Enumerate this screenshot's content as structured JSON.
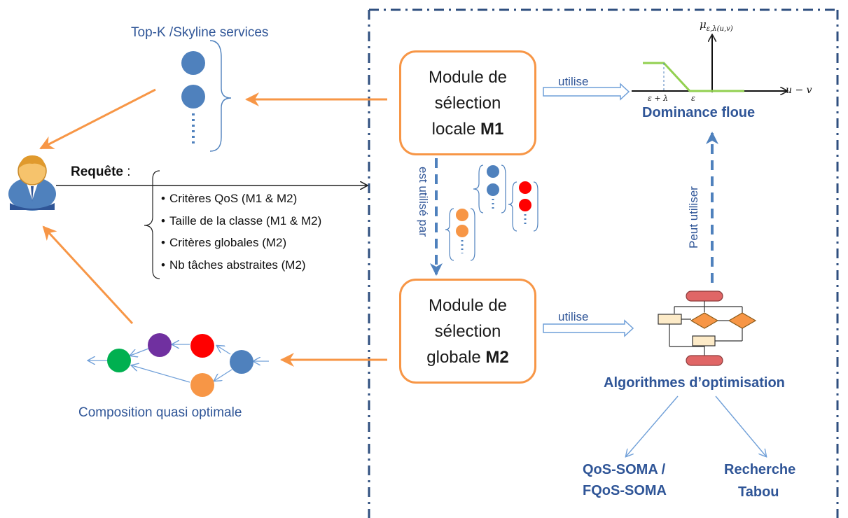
{
  "labels": {
    "top_k": "Top-K /Skyline  services",
    "composition": "Composition  quasi optimale",
    "utilise_1": "utilise",
    "utilise_2": "utilise",
    "est_utilise_par": "est utilisé par",
    "peut_utiliser": "Peut utiliser",
    "dominance": "Dominance floue",
    "algorithmes": "Algorithmes d’optimisation",
    "qos_soma_1": "QoS-SOMA /",
    "qos_soma_2": "FQoS-SOMA",
    "recherche": "Recherche",
    "tabou": "Tabou"
  },
  "module_m1": {
    "line1": "Module de",
    "line2": "sélection",
    "line3": "locale ",
    "bold": "M1"
  },
  "module_m2": {
    "line1": "Module de",
    "line2": "sélection",
    "line3": "globale ",
    "bold": "M2"
  },
  "request": {
    "title": "Requête",
    "colon": " :",
    "items": [
      "Critères QoS  (M1 & M2)",
      "Taille de la classe  (M1 & M2)",
      "Critères globales (M2)",
      "Nb tâches abstraites (M2)"
    ]
  },
  "fuzzy_chart": {
    "y_axis_label": "μ",
    "y_axis_sub": "ε,λ(u,v)",
    "x_axis_label": "u − v",
    "tick_1": "ε + λ",
    "tick_2": "ε"
  },
  "colors": {
    "orange": "#f79646",
    "blue_node": "#4f81bd",
    "red_node": "#ff0000",
    "green_node": "#00b050",
    "purple_node": "#7030a0",
    "navy_text": "#2f5597",
    "dashed_frame": "#2f4f7f",
    "chart_green": "#92d050",
    "flow_red": "#e06666",
    "flow_yellow": "#fdebc8",
    "flow_diamond": "#f79646"
  },
  "icons": [
    "user-icon",
    "flowchart-icon"
  ]
}
